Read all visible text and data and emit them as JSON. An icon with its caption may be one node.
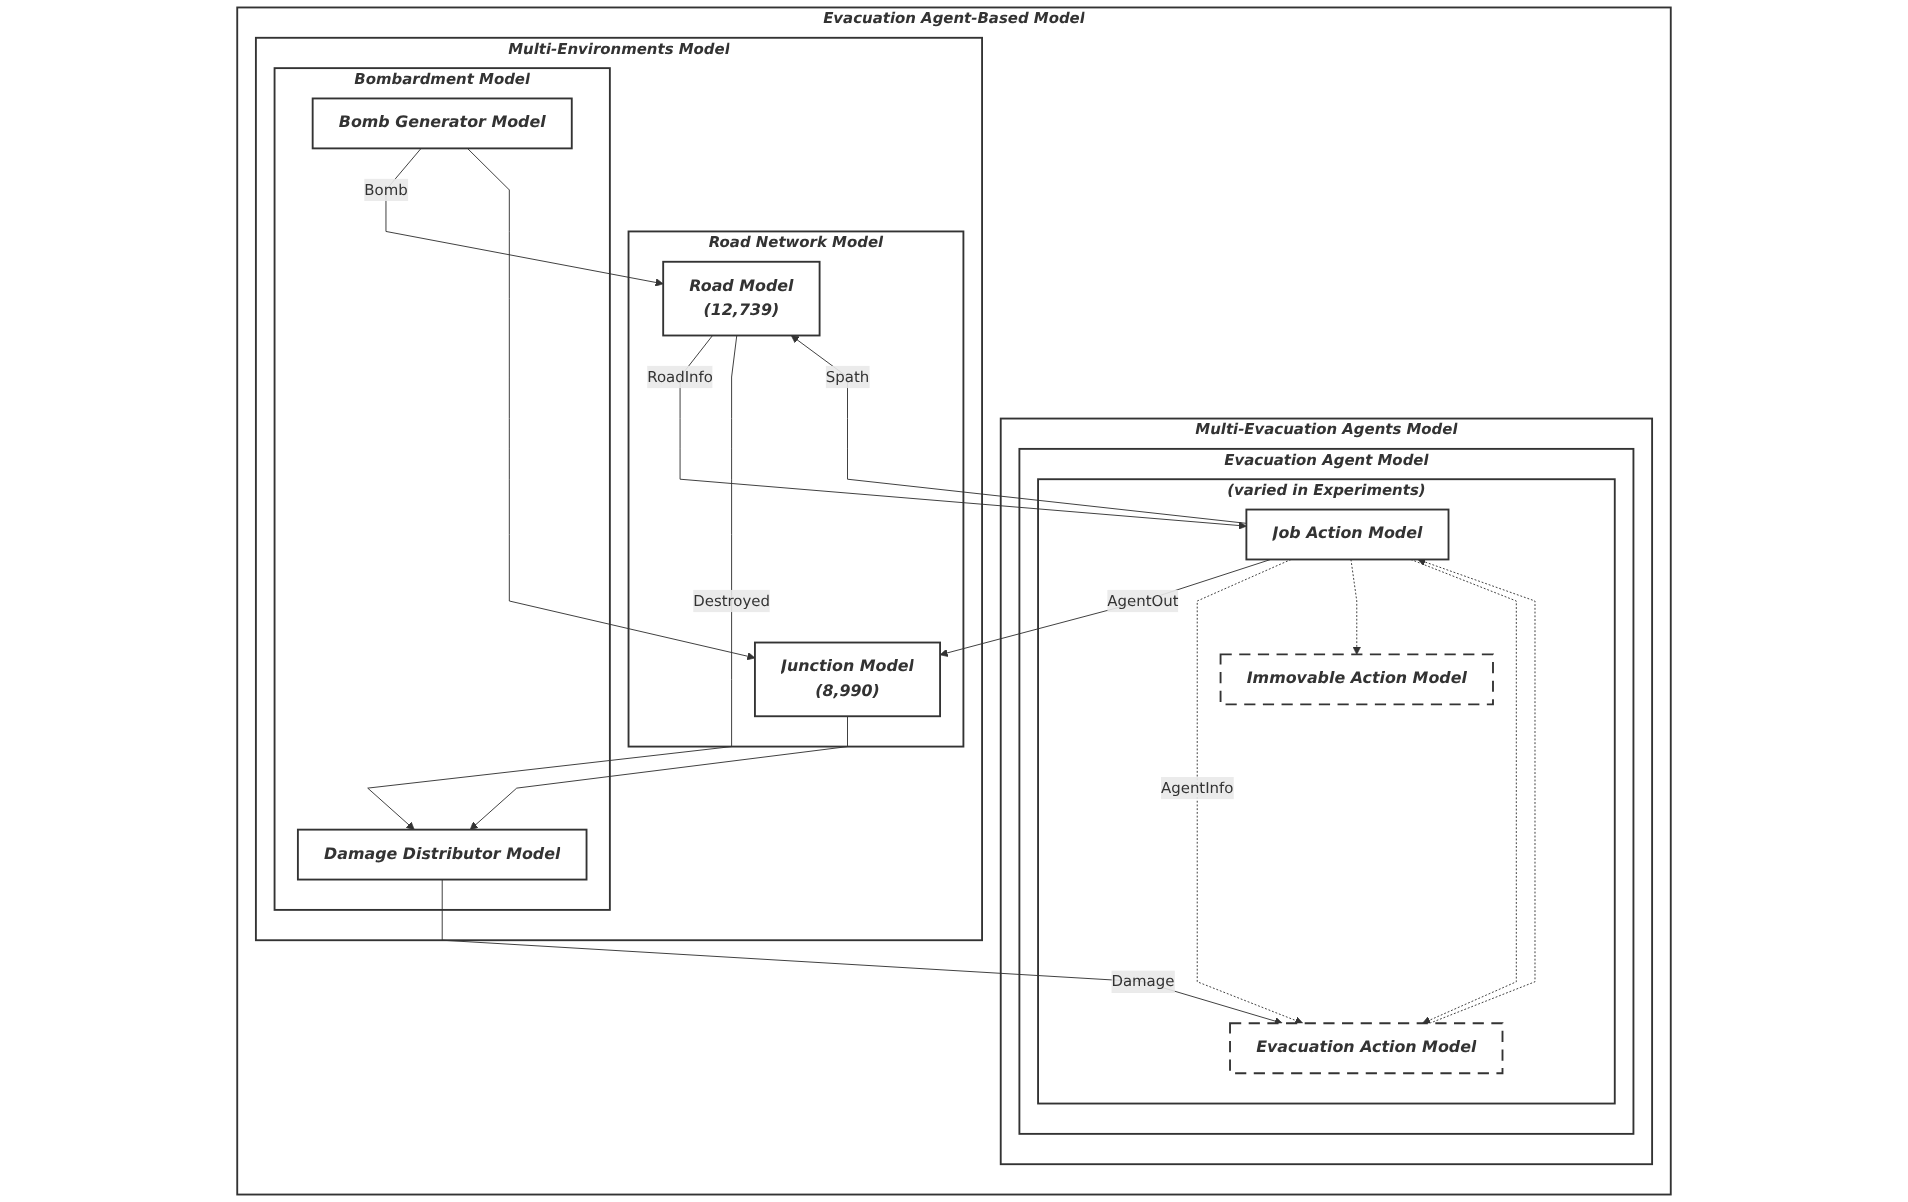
{
  "diagram": {
    "nodes": [
      {
        "text": [
          "Evacuation Agent-Based Model"
        ]
      },
      {
        "text": [
          "Multi-Evacuation Agents Model"
        ],
        "in": 0
      },
      {
        "text": [
          "Evacuation Agent Model"
        ],
        "in": 1
      },
      {
        "text": [
          "(varied in Experiments)"
        ],
        "in": 2
      },
      {
        "text": [
          "Job Action Model"
        ],
        "in": 3
      },
      {
        "text": [
          "Evacuation Action Model"
        ],
        "in": 3
      },
      {
        "text": [
          "Immovable Action Model"
        ],
        "in": 3
      },
      {
        "text": [
          "Multi-Environments Model"
        ],
        "in": 0
      },
      {
        "text": [
          "Road Network Model"
        ],
        "in": 7
      },
      {
        "text": [
          "Road Model",
          "(12,739)"
        ],
        "in": 8
      },
      {
        "text": [
          "Junction Model",
          "(8,990)"
        ],
        "in": 8
      },
      {
        "text": [
          "Bombardment Model"
        ],
        "in": 7
      },
      {
        "text": [
          "Bomb Generator Model"
        ],
        "in": 11
      },
      {
        "text": [
          "Damage Distributor Model"
        ],
        "in": 11
      }
    ],
    "edges": [
      {
        "from": 4,
        "to": 9,
        "arrow": "to",
        "label": "Spath"
      },
      {
        "from": 4,
        "to": 10,
        "arrow": "to",
        "label": "AgentOut"
      },
      {
        "from": 9,
        "to": 4,
        "arrow": "to",
        "label": "RoadInfo"
      },
      {
        "from": 4,
        "to": 5,
        "arrow": "to",
        "label": "AgentInfo",
        "style": "dashed"
      },
      {
        "from": 4,
        "to": 6,
        "arrow": "to",
        "style": "dashed"
      },
      {
        "from": 4,
        "to": 5,
        "arrow": "to",
        "style": "dashed"
      },
      {
        "from": 5,
        "to": 4,
        "arrow": "to",
        "style": "dashed"
      },
      {
        "from": 9,
        "to": 13,
        "arrow": "to",
        "label": "Destroyed"
      },
      {
        "from": 10,
        "to": 13,
        "arrow": "to"
      },
      {
        "from": 12,
        "to": 9,
        "arrow": "to",
        "label": "Bomb"
      },
      {
        "from": 12,
        "to": 10,
        "arrow": "to"
      },
      {
        "from": 13,
        "to": 5,
        "arrow": "to",
        "label": "Damage"
      }
    ]
  }
}
